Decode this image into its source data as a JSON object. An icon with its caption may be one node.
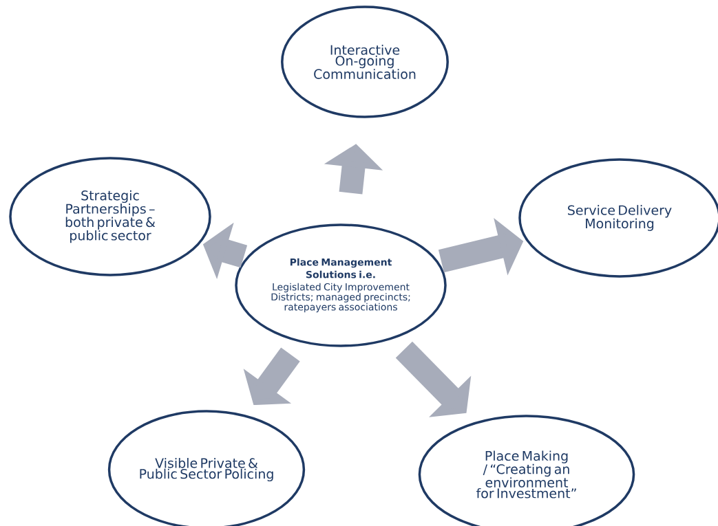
{
  "diagram": {
    "nodes": [
      {
        "text": [
          "Place Management Solutions i.e.",
          "Legislated City Improvement Districts; managed precincts; ratepayers associations"
        ]
      },
      {
        "text": [
          "Interactive On-going Communication"
        ]
      },
      {
        "text": [
          "Strategic Partnerships – both private & public sector"
        ]
      },
      {
        "text": [
          "Service Delivery Monitoring"
        ]
      },
      {
        "text": [
          "Visible Private & Public Sector Policing"
        ]
      },
      {
        "text": [
          "Place Making / “Creating an environment for Investment”"
        ]
      }
    ],
    "edges": [
      {
        "from": 0,
        "to": 1,
        "arrow": "to"
      },
      {
        "from": 0,
        "to": 2,
        "arrow": "to"
      },
      {
        "from": 0,
        "to": 3,
        "arrow": "to"
      },
      {
        "from": 0,
        "to": 4,
        "arrow": "to"
      },
      {
        "from": 0,
        "to": 5,
        "arrow": "to"
      }
    ]
  }
}
